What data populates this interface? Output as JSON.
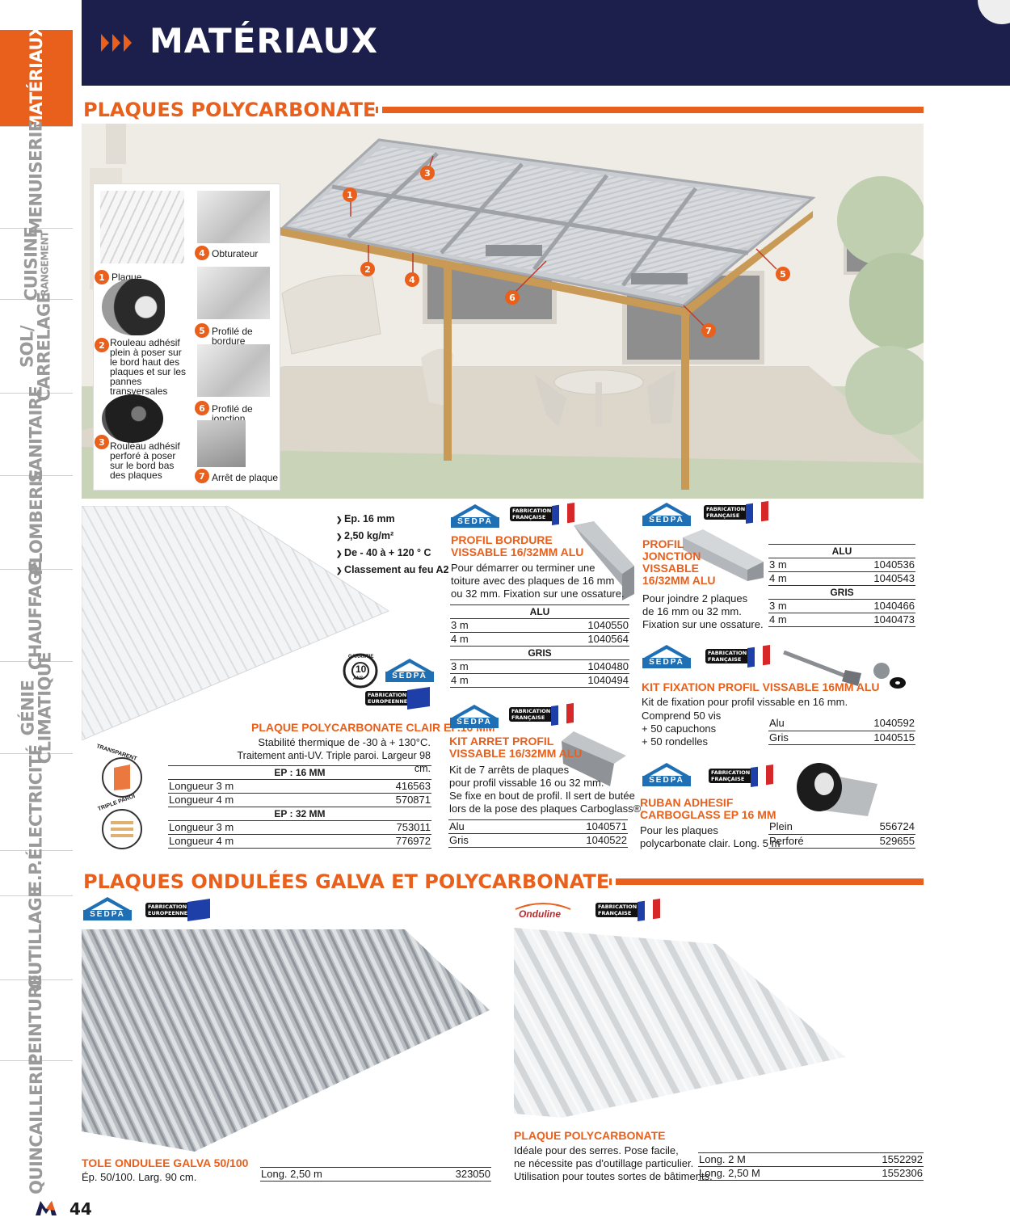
{
  "header": {
    "title": "MATÉRIAUX"
  },
  "sidebar": {
    "tabs": [
      {
        "label": "MATÉRIAUX",
        "sub": "",
        "active": true
      },
      {
        "label": "MENUISERIE",
        "sub": ""
      },
      {
        "label": "CUISINE",
        "sub": "RANGEMENT"
      },
      {
        "label": "SOL/",
        "sub": "CARRELAGE"
      },
      {
        "label": "SANITAIRE",
        "sub": ""
      },
      {
        "label": "PLOMBERIE",
        "sub": ""
      },
      {
        "label": "CHAUFFAGE",
        "sub": ""
      },
      {
        "label": "GÉNIE",
        "sub": "CLIMATIQUE"
      },
      {
        "label": "ÉLECTRICITÉ",
        "sub": ""
      },
      {
        "label": "E.P.I",
        "sub": ""
      },
      {
        "label": "OUTILLAGE",
        "sub": ""
      },
      {
        "label": "PEINTURE",
        "sub": ""
      },
      {
        "label": "QUINCAILLERIE",
        "sub": ""
      }
    ]
  },
  "sections": {
    "polycarbonate": "PLAQUES POLYCARBONATE",
    "ondulees": "PLAQUES ONDULÉES GALVA ET POLYCARBONATE"
  },
  "legend": {
    "items": [
      {
        "n": "1",
        "label": "Plaque"
      },
      {
        "n": "2",
        "label": "Rouleau adhésif plein à poser sur le bord haut des plaques et sur les pannes transversales"
      },
      {
        "n": "3",
        "label": "Rouleau adhésif perforé à poser sur le bord bas des plaques"
      },
      {
        "n": "4",
        "label": "Obturateur"
      },
      {
        "n": "5",
        "label": "Profilé de bordure"
      },
      {
        "n": "6",
        "label": "Profilé de jonction"
      },
      {
        "n": "7",
        "label": "Arrêt de plaque"
      }
    ],
    "markers": [
      "1",
      "2",
      "3",
      "4",
      "5",
      "6",
      "7"
    ]
  },
  "badges": {
    "sedpa": "SEDPA",
    "fab_fr_1": "FABRICATION",
    "fab_fr_2": "FRANÇAISE",
    "fab_eu_1": "FABRICATION",
    "fab_eu_2": "EUROPEENNE",
    "garantie_1": "GARANTIE",
    "garantie_2": "10",
    "garantie_3": "ANS",
    "transparent": "TRANSPARENT",
    "triple": "TRIPLE PAROI",
    "onduline": "Onduline"
  },
  "plaque_clair": {
    "specs": [
      "Ep. 16 mm",
      "2,50 kg/m²",
      "De - 40 à + 120 ° C",
      "Classement au feu A2"
    ],
    "title": "PLAQUE POLYCARBONATE CLAIR EP.16 MM",
    "desc1": "Stabilité thermique de -30 à + 130°C.",
    "desc2": "Traitement anti-UV. Triple paroi. Largeur 98 cm.",
    "group1": "EP : 16 MM",
    "rows1": [
      {
        "label": "Longueur 3 m",
        "ref": "416563"
      },
      {
        "label": "Longueur 4 m",
        "ref": "570871"
      }
    ],
    "group2": "EP : 32 MM",
    "rows2": [
      {
        "label": "Longueur 3 m",
        "ref": "753011"
      },
      {
        "label": "Longueur 4 m",
        "ref": "776972"
      }
    ]
  },
  "profil_bordure": {
    "title1": "PROFIL BORDURE",
    "title2": "VISSABLE 16/32MM ALU",
    "desc1": "Pour démarrer ou terminer une",
    "desc2": "toiture avec des plaques de 16 mm",
    "desc3": "ou 32 mm. Fixation sur une ossature.",
    "group1": "ALU",
    "rows1": [
      {
        "label": "3 m",
        "ref": "1040550"
      },
      {
        "label": "4 m",
        "ref": "1040564"
      }
    ],
    "group2": "GRIS",
    "rows2": [
      {
        "label": "3 m",
        "ref": "1040480"
      },
      {
        "label": "4 m",
        "ref": "1040494"
      }
    ]
  },
  "kit_arret": {
    "title1": "KIT ARRET PROFIL",
    "title2": "VISSABLE 16/32MM ALU",
    "desc1": "Kit de 7 arrêts de plaques",
    "desc2": "pour profil vissable 16 ou 32 mm.",
    "desc3": "Se fixe en bout de profil. Il sert de butée",
    "desc4": "lors de la pose des plaques Carboglass®.",
    "rows": [
      {
        "label": "Alu",
        "ref": "1040571"
      },
      {
        "label": "Gris",
        "ref": "1040522"
      }
    ]
  },
  "profil_jonction": {
    "title1": "PROFIL",
    "title2": "JONCTION",
    "title3": "VISSABLE",
    "title4": "16/32MM ALU",
    "desc1": "Pour joindre 2 plaques",
    "desc2": "de 16 mm ou 32 mm.",
    "desc3": "Fixation sur une ossature.",
    "group1": "ALU",
    "rows1": [
      {
        "label": "3 m",
        "ref": "1040536"
      },
      {
        "label": "4 m",
        "ref": "1040543"
      }
    ],
    "group2": "GRIS",
    "rows2": [
      {
        "label": "3 m",
        "ref": "1040466"
      },
      {
        "label": "4 m",
        "ref": "1040473"
      }
    ]
  },
  "kit_fixation": {
    "title": "KIT FIXATION PROFIL VISSABLE 16MM ALU",
    "desc1": "Kit de fixation pour profil vissable en 16 mm.",
    "desc2": "Comprend 50 vis",
    "desc3": "+ 50 capuchons",
    "desc4": "+ 50 rondelles",
    "rows": [
      {
        "label": "Alu",
        "ref": "1040592"
      },
      {
        "label": "Gris",
        "ref": "1040515"
      }
    ]
  },
  "ruban": {
    "title1": "RUBAN ADHESIF",
    "title2": "CARBOGLASS EP 16 MM",
    "desc1": "Pour les plaques",
    "desc2": "polycarbonate clair.  Long. 5 m",
    "rows": [
      {
        "label": "Plein",
        "ref": "556724"
      },
      {
        "label": "Perforé",
        "ref": "529655"
      }
    ]
  },
  "tole": {
    "title": "TOLE ONDULEE GALVA 50/100",
    "desc": "Ép. 50/100. Larg. 90 cm.",
    "rows": [
      {
        "label": "Long. 2,50 m",
        "ref": "323050"
      }
    ]
  },
  "plaque_poly": {
    "title": "PLAQUE POLYCARBONATE",
    "desc1": "Idéale pour des serres. Pose facile,",
    "desc2": "ne nécessite pas d'outillage particulier.",
    "desc3": "Utilisation pour toutes sortes de bâtiments.",
    "rows": [
      {
        "label": "Long. 2 M",
        "ref": "1552292"
      },
      {
        "label": "Long. 2,50 M",
        "ref": "1552306"
      }
    ]
  },
  "footer": {
    "page": "44"
  },
  "colors": {
    "accent": "#e8601c",
    "navy": "#1c1f4c",
    "sedpa_blue": "#1f6fb5"
  }
}
